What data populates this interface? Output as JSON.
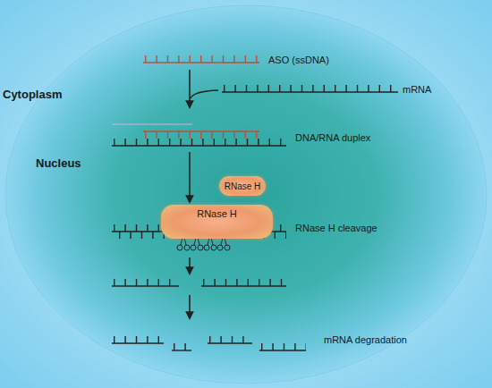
{
  "diagram": {
    "nodes": [
      {
        "text": [
          "Nucleus"
        ]
      },
      {
        "text": [
          "RNase H"
        ],
        "in": 0
      },
      {
        "text": [
          "RNase H"
        ],
        "in": 0
      }
    ],
    "labels": [
      "Cytoplasm",
      "ASO (ssDNA)",
      "mRNA",
      "DNA/RNA duplex",
      "RNase H cleavage",
      "mRNA degradation"
    ]
  }
}
